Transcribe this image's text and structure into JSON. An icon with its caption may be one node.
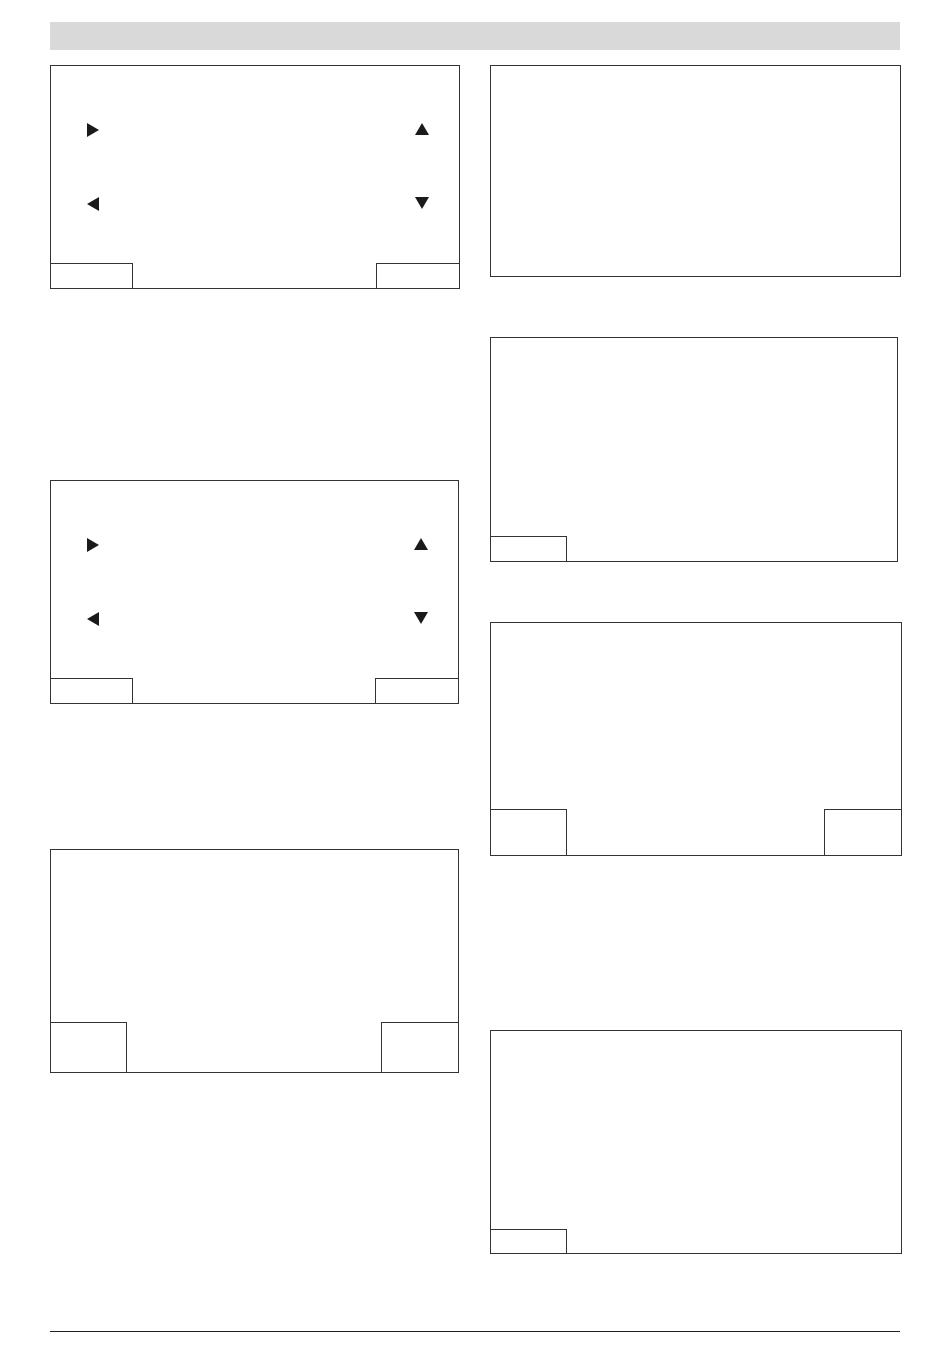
{
  "diagram": {
    "nodes": [
      {
        "text": [],
        "shape": "box"
      },
      {
        "text": [],
        "shape": "box",
        "in": 0
      },
      {
        "text": [],
        "shape": "box",
        "in": 0
      },
      {
        "text": [],
        "shape": "box"
      },
      {
        "text": [],
        "shape": "box",
        "in": 3
      },
      {
        "text": [],
        "shape": "box",
        "in": 3
      },
      {
        "text": [],
        "shape": "box"
      },
      {
        "text": [],
        "shape": "box",
        "in": 6
      },
      {
        "text": [],
        "shape": "box",
        "in": 6
      },
      {
        "text": [],
        "shape": "box"
      },
      {
        "text": [],
        "shape": "box"
      },
      {
        "text": [],
        "shape": "box",
        "in": 10
      },
      {
        "text": [],
        "shape": "box"
      },
      {
        "text": [],
        "shape": "box",
        "in": 12
      },
      {
        "text": [],
        "shape": "box",
        "in": 12
      },
      {
        "text": [],
        "shape": "box"
      },
      {
        "text": [],
        "shape": "box",
        "in": 15
      }
    ]
  }
}
